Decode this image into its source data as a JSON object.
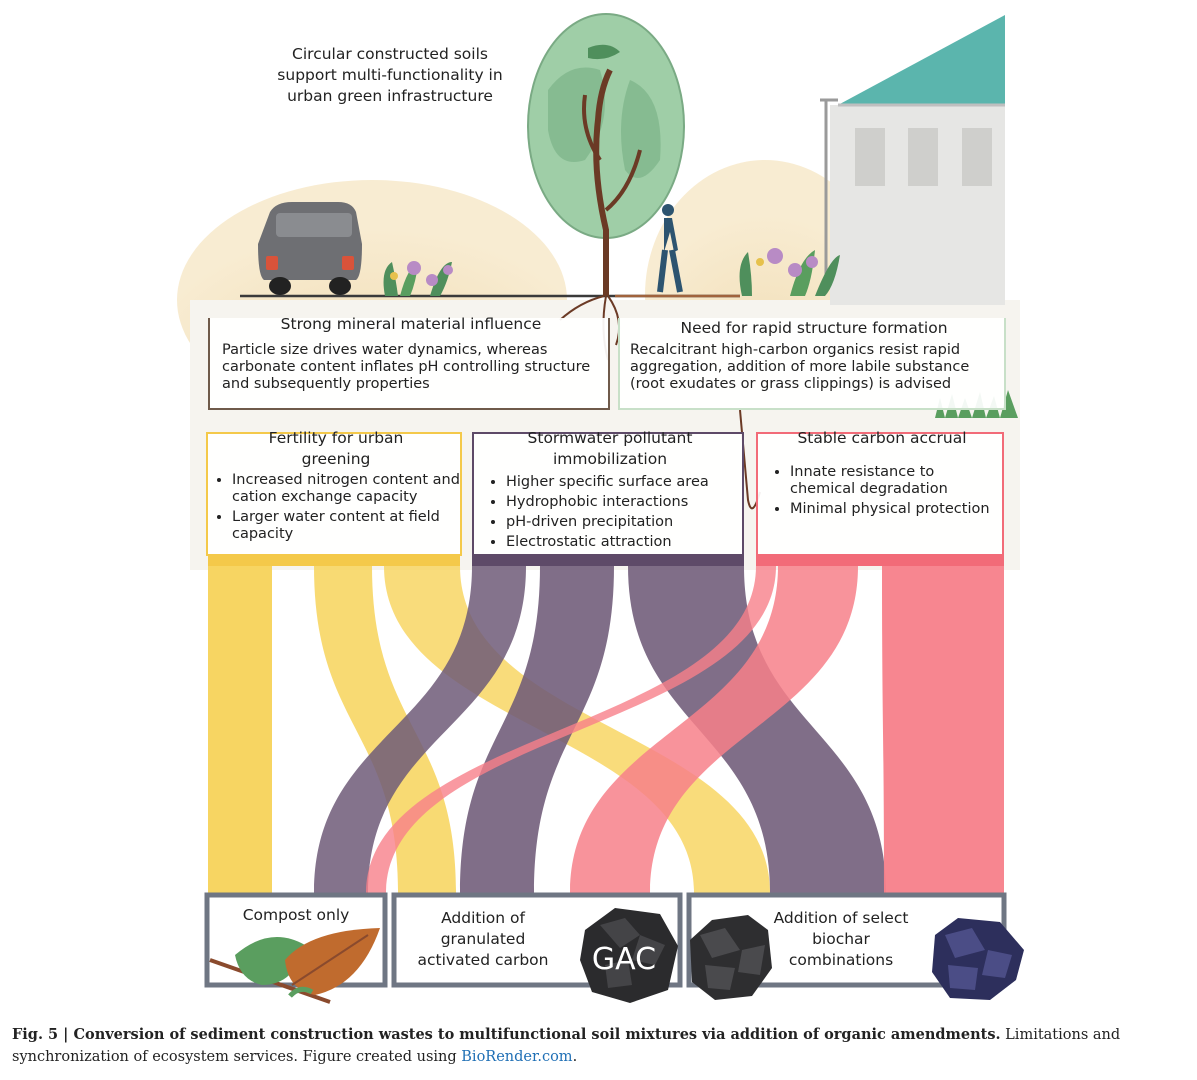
{
  "tagline": "Circular constructed soils support multi-functionality in urban green infrastructure",
  "mineral_box": {
    "title": "Strong mineral material influence",
    "text": "Particle size drives water dynamics, whereas carbonate content inflates pH controlling structure and subsequently properties"
  },
  "structure_box": {
    "title": "Need for rapid structure formation",
    "text": "Recalcitrant high-carbon organics resist rapid aggregation, addition of more labile substance (root exudates or grass clippings) is advised"
  },
  "services": [
    {
      "title": "Fertility for urban greening",
      "items": [
        "Increased nitrogen content and cation exchange capacity",
        "Larger water content at field capacity"
      ]
    },
    {
      "title": "Stormwater pollutant immobilization",
      "items": [
        "Higher specific surface area",
        "Hydrophobic interactions",
        "pH-driven precipitation",
        "Electrostatic attraction"
      ]
    },
    {
      "title": "Stable carbon accrual",
      "items": [
        "Innate resistance to chemical degradation",
        "Minimal physical protection"
      ]
    }
  ],
  "amendments": [
    {
      "label": "Compost only"
    },
    {
      "label": "Addition of granulated activated carbon",
      "icon_text": "GAC"
    },
    {
      "label": "Addition of select biochar combinations"
    }
  ],
  "caption": {
    "fig_label": "Fig. 5 | ",
    "title": "Conversion of sediment construction wastes to multifunctional soil mixtures via addition of organic amendments.",
    "text": " Limitations and synchronization of ecosystem services. Figure created using ",
    "link": "BioRender.com",
    "end": "."
  },
  "colors": {
    "fertility": "#f7d35a",
    "stormwater": "#6e5a78",
    "carbon": "#f7808a",
    "compost_box": "#6f7683",
    "gac_box": "#6f7683",
    "biochar_box": "#6f7683",
    "roof": "#5bb5ad",
    "tree": "#8fc59a"
  },
  "icons": [
    "car-icon",
    "tree-icon",
    "person-walking-icon",
    "house-icon",
    "flowers-icon",
    "grass-icon",
    "leaves-icon",
    "gac-rock-icon",
    "biochar-rock-icon"
  ]
}
